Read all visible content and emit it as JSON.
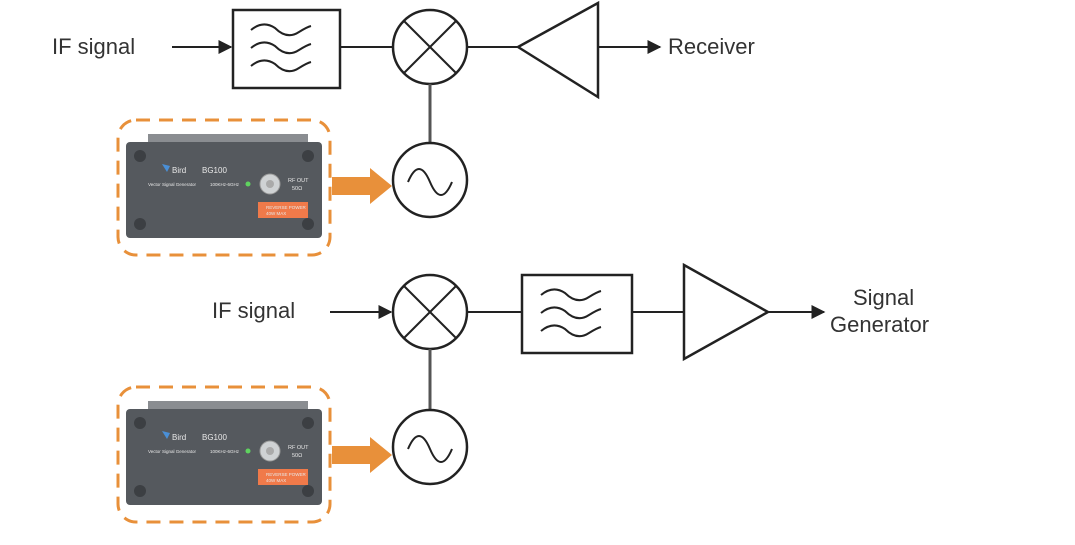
{
  "top_chain": {
    "input_label": "IF  signal",
    "output_label": "Receiver"
  },
  "bottom_chain": {
    "input_label": "IF  signal",
    "output_label_line1": "Signal",
    "output_label_line2": "Generator"
  },
  "device": {
    "brand": "Bird",
    "model": "BG100",
    "description": "Vector Signal Generator",
    "range": "100KHz-6GHz",
    "port_label_line1": "RF OUT",
    "port_label_line2": "50Ω",
    "warning_line1": "REVERSE POWER",
    "warning_line2": "40W MAX"
  },
  "colors": {
    "accent_orange": "#e8903a",
    "line": "#222222",
    "device_body": "#55595e",
    "warning": "#f07a4a"
  },
  "icons": [
    "filter-icon",
    "mixer-icon",
    "amplifier-icon",
    "oscillator-icon",
    "arrow-icon"
  ]
}
